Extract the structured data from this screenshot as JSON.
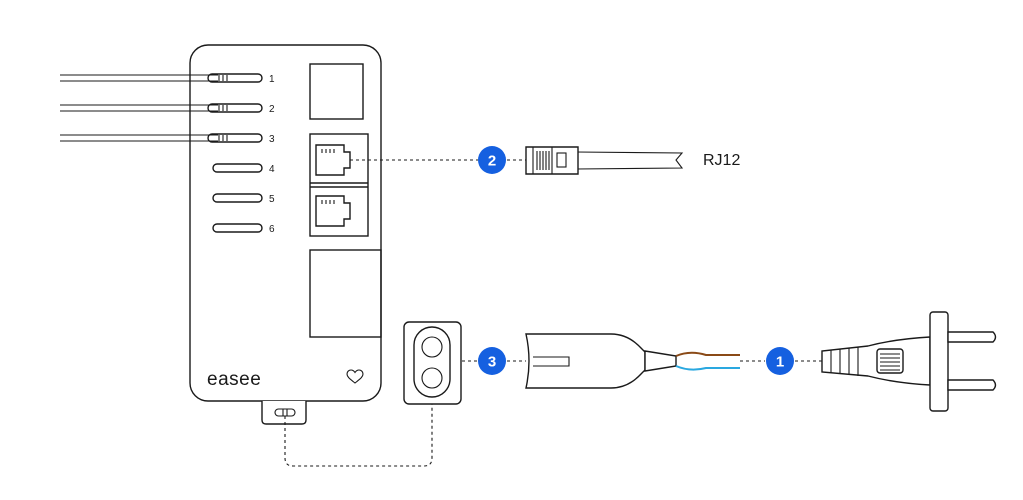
{
  "device": {
    "brand_logo": "easee",
    "ports": [
      "1",
      "2",
      "3",
      "4",
      "5",
      "6"
    ]
  },
  "rj12_label": "RJ12",
  "badges": [
    "1",
    "2",
    "3"
  ],
  "icons": {
    "heart": "heart-icon",
    "rj_port": "rj-port-icon",
    "power_socket": "power-socket-icon",
    "plug": "schuko-plug-icon"
  },
  "colors": {
    "badge": "#1560e0",
    "wire_brown": "#8a4a17",
    "wire_blue": "#2aa8e0",
    "line": "#1a1a1a"
  }
}
